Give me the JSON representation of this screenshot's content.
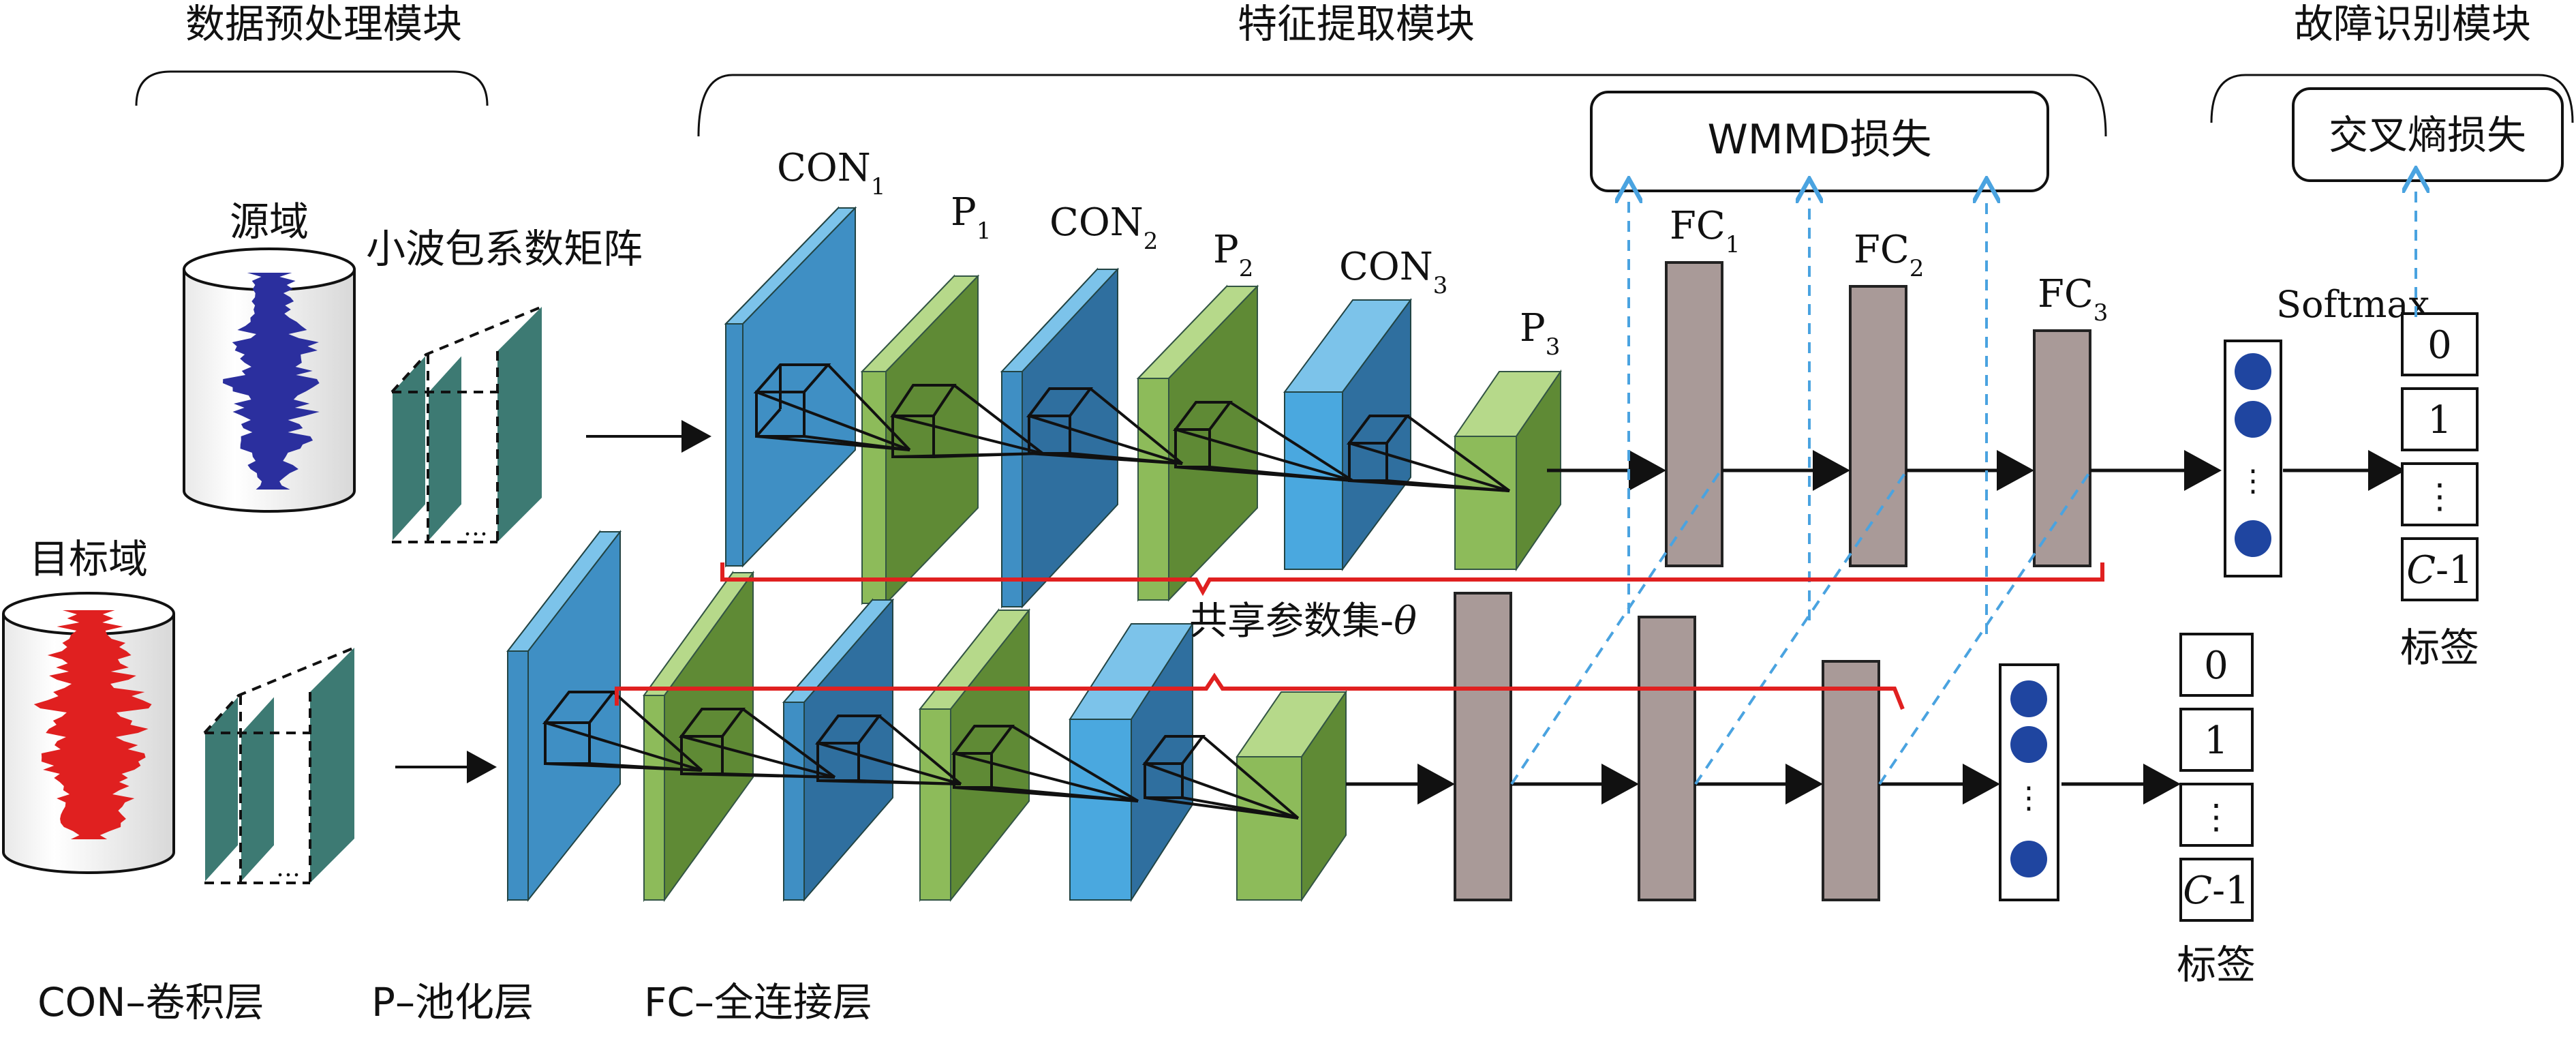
{
  "modules": {
    "preprocess": "数据预处理模块",
    "feature": "特征提取模块",
    "fault": "故障识别模块"
  },
  "domains": {
    "source": "源域",
    "target": "目标域"
  },
  "wavelet_label": "小波包系数矩阵",
  "ellipsis": "…",
  "layers": {
    "con1": "CON",
    "con1_sub": "1",
    "p1": "P",
    "p1_sub": "1",
    "con2": "CON",
    "con2_sub": "2",
    "p2": "P",
    "p2_sub": "2",
    "con3": "CON",
    "con3_sub": "3",
    "p3": "P",
    "p3_sub": "3",
    "fc1": "FC",
    "fc1_sub": "1",
    "fc2": "FC",
    "fc2_sub": "2",
    "fc3": "FC",
    "fc3_sub": "3"
  },
  "losses": {
    "wmmd": "WMMD损失",
    "cross_entropy": "交叉熵损失"
  },
  "softmax": "Softmax",
  "shared_params": "共享参数集-",
  "theta": "θ",
  "labels": {
    "top": [
      "0",
      "1",
      "⋮"
    ],
    "bottom": [
      "0",
      "1",
      "⋮"
    ],
    "last_italic": "C",
    "last_suffix": "-1",
    "caption": "标签"
  },
  "legend": [
    "CON–卷积层",
    "P–池化层",
    "FC–全连接层"
  ],
  "colors": {
    "conv_front": "#3f8fc4",
    "conv_side": "#2f6f9f",
    "conv_top": "#7cc3ea",
    "pool_front": "#8dbb5a",
    "pool_side": "#5f8a35",
    "pool_top": "#b6d98a",
    "fc": "#a99a98",
    "wavelet": "#3d7a73",
    "source_signal": "#2b2f9e",
    "target_signal": "#e02020",
    "shared_bracket": "#e02020",
    "dashed_arrow": "#4aa3e0",
    "node": "#1f45a0"
  }
}
